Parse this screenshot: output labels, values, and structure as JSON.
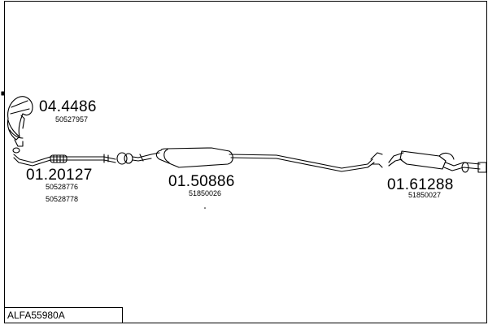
{
  "diagram_title": "ALFA55980A",
  "parts": [
    {
      "number": "04.4486",
      "oem": [
        "50527957"
      ]
    },
    {
      "number": "01.20127",
      "oem": [
        "50528776",
        "50528778"
      ]
    },
    {
      "number": "01.50886",
      "oem": [
        "51850026"
      ]
    },
    {
      "number": "01.61288",
      "oem": [
        "51850027"
      ]
    }
  ]
}
